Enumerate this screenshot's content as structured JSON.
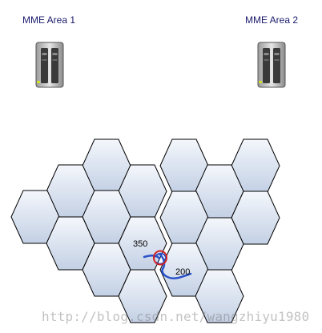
{
  "mme_areas": [
    {
      "label": "MME Area 1"
    },
    {
      "label": "MME Area 2"
    }
  ],
  "handover_labels": {
    "left_value": "350",
    "right_value": "200"
  },
  "watermark": "http://blog.csdn.net/wangzhiyu1980",
  "colors": {
    "hex_fill_top": "#f4f7fc",
    "hex_fill_bottom": "#c3d0e4",
    "hex_stroke": "#000000",
    "path_stroke": "#2a52c9",
    "boundary_circle": "#d22222",
    "label_text": "#1a1a6e"
  }
}
